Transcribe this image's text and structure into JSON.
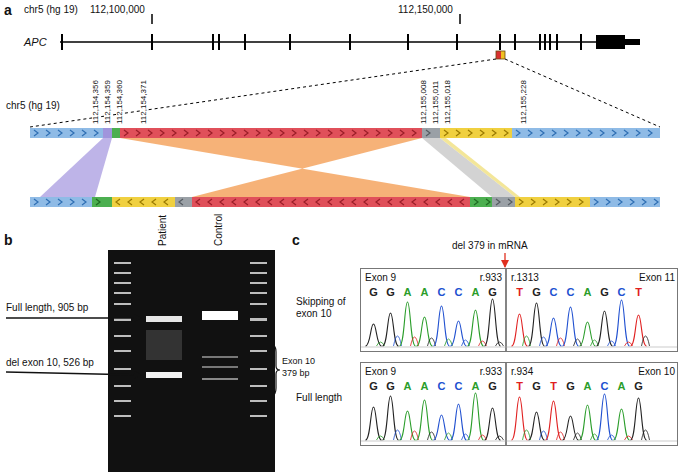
{
  "diagram": {
    "nodes": [
      {
        "text": [
          "Exon 9",
          "r.933",
          "r.1313",
          "Exon 11",
          "G G A A C C A G",
          "T G C C A G C T"
        ]
      },
      {
        "text": [
          "Exon 9",
          "r.933",
          "r.934",
          "Exon 10",
          "G G A A C C A G",
          "T G T G A C A G"
        ]
      }
    ],
    "labels": [
      "a",
      "chr5 (hg 19)",
      "112,100,000",
      "112,150,000",
      "APC",
      "chr5 (hg 19)",
      "112,154,356",
      "112,154,359",
      "112,154,360",
      "112,154,371",
      "112,155,008",
      "112,155,011",
      "112,155,018",
      "112,155,228",
      "b",
      "Patient",
      "Control",
      "Full length, 905 bp",
      "del exon 10, 526 bp",
      "Exon 10",
      "379 bp",
      "c",
      "del 379 in mRNA",
      "Skipping of exon 10",
      "Full length"
    ]
  }
}
